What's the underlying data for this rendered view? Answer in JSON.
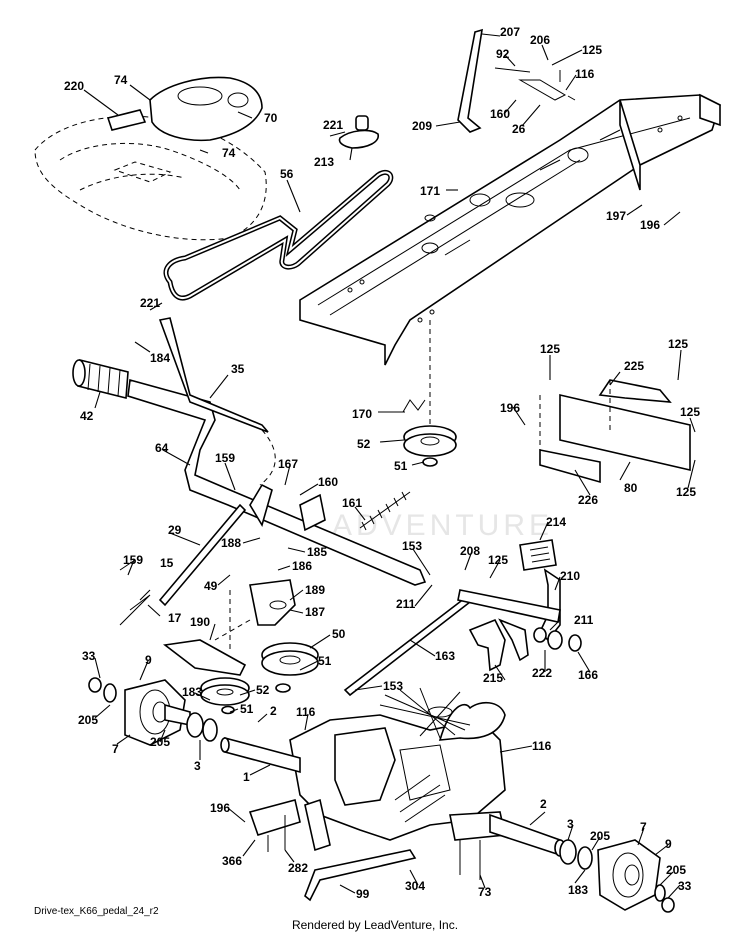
{
  "diagram": {
    "callouts": [
      {
        "id": "c-220",
        "text": "220"
      },
      {
        "id": "c-74a",
        "text": "74"
      },
      {
        "id": "c-70",
        "text": "70"
      },
      {
        "id": "c-74b",
        "text": "74"
      },
      {
        "id": "c-221a",
        "text": "221"
      },
      {
        "id": "c-213",
        "text": "213"
      },
      {
        "id": "c-56",
        "text": "56"
      },
      {
        "id": "c-209",
        "text": "209"
      },
      {
        "id": "c-207",
        "text": "207"
      },
      {
        "id": "c-92",
        "text": "92"
      },
      {
        "id": "c-206",
        "text": "206"
      },
      {
        "id": "c-125a",
        "text": "125"
      },
      {
        "id": "c-116a",
        "text": "116"
      },
      {
        "id": "c-160a",
        "text": "160"
      },
      {
        "id": "c-26",
        "text": "26"
      },
      {
        "id": "c-171",
        "text": "171"
      },
      {
        "id": "c-197",
        "text": "197"
      },
      {
        "id": "c-196a",
        "text": "196"
      },
      {
        "id": "c-221b",
        "text": "221"
      },
      {
        "id": "c-184",
        "text": "184"
      },
      {
        "id": "c-35",
        "text": "35"
      },
      {
        "id": "c-42",
        "text": "42"
      },
      {
        "id": "c-170",
        "text": "170"
      },
      {
        "id": "c-52a",
        "text": "52"
      },
      {
        "id": "c-51a",
        "text": "51"
      },
      {
        "id": "c-125b",
        "text": "125"
      },
      {
        "id": "c-225",
        "text": "225"
      },
      {
        "id": "c-125c",
        "text": "125"
      },
      {
        "id": "c-196b",
        "text": "196"
      },
      {
        "id": "c-125d",
        "text": "125"
      },
      {
        "id": "c-80",
        "text": "80"
      },
      {
        "id": "c-125e",
        "text": "125"
      },
      {
        "id": "c-226",
        "text": "226"
      },
      {
        "id": "c-64",
        "text": "64"
      },
      {
        "id": "c-159a",
        "text": "159"
      },
      {
        "id": "c-167",
        "text": "167"
      },
      {
        "id": "c-160b",
        "text": "160"
      },
      {
        "id": "c-161",
        "text": "161"
      },
      {
        "id": "c-29",
        "text": "29"
      },
      {
        "id": "c-188",
        "text": "188"
      },
      {
        "id": "c-185",
        "text": "185"
      },
      {
        "id": "c-186",
        "text": "186"
      },
      {
        "id": "c-153a",
        "text": "153"
      },
      {
        "id": "c-208",
        "text": "208"
      },
      {
        "id": "c-125f",
        "text": "125"
      },
      {
        "id": "c-214",
        "text": "214"
      },
      {
        "id": "c-210",
        "text": "210"
      },
      {
        "id": "c-159b",
        "text": "159"
      },
      {
        "id": "c-15",
        "text": "15"
      },
      {
        "id": "c-49",
        "text": "49"
      },
      {
        "id": "c-189",
        "text": "189"
      },
      {
        "id": "c-211a",
        "text": "211"
      },
      {
        "id": "c-17",
        "text": "17"
      },
      {
        "id": "c-187",
        "text": "187"
      },
      {
        "id": "c-211b",
        "text": "211"
      },
      {
        "id": "c-190",
        "text": "190"
      },
      {
        "id": "c-50",
        "text": "50"
      },
      {
        "id": "c-163",
        "text": "163"
      },
      {
        "id": "c-33a",
        "text": "33"
      },
      {
        "id": "c-9a",
        "text": "9"
      },
      {
        "id": "c-51b",
        "text": "51"
      },
      {
        "id": "c-215",
        "text": "215"
      },
      {
        "id": "c-222",
        "text": "222"
      },
      {
        "id": "c-166",
        "text": "166"
      },
      {
        "id": "c-183a",
        "text": "183"
      },
      {
        "id": "c-52b",
        "text": "52"
      },
      {
        "id": "c-153b",
        "text": "153"
      },
      {
        "id": "c-205a",
        "text": "205"
      },
      {
        "id": "c-51c",
        "text": "51"
      },
      {
        "id": "c-2a",
        "text": "2"
      },
      {
        "id": "c-116b",
        "text": "116"
      },
      {
        "id": "c-205b",
        "text": "205"
      },
      {
        "id": "c-7a",
        "text": "7"
      },
      {
        "id": "c-116c",
        "text": "116"
      },
      {
        "id": "c-3a",
        "text": "3"
      },
      {
        "id": "c-1",
        "text": "1"
      },
      {
        "id": "c-196c",
        "text": "196"
      },
      {
        "id": "c-2b",
        "text": "2"
      },
      {
        "id": "c-3b",
        "text": "3"
      },
      {
        "id": "c-205c",
        "text": "205"
      },
      {
        "id": "c-7b",
        "text": "7"
      },
      {
        "id": "c-9b",
        "text": "9"
      },
      {
        "id": "c-366",
        "text": "366"
      },
      {
        "id": "c-282",
        "text": "282"
      },
      {
        "id": "c-183b",
        "text": "183"
      },
      {
        "id": "c-205d",
        "text": "205"
      },
      {
        "id": "c-33b",
        "text": "33"
      },
      {
        "id": "c-99",
        "text": "99"
      },
      {
        "id": "c-304",
        "text": "304"
      },
      {
        "id": "c-73",
        "text": "73"
      }
    ],
    "watermark": "ADVENTURE"
  },
  "footer": {
    "drawing_id": "Drive-tex_K66_pedal_24_r2",
    "rendered_by": "Rendered by LeadVenture, Inc."
  }
}
